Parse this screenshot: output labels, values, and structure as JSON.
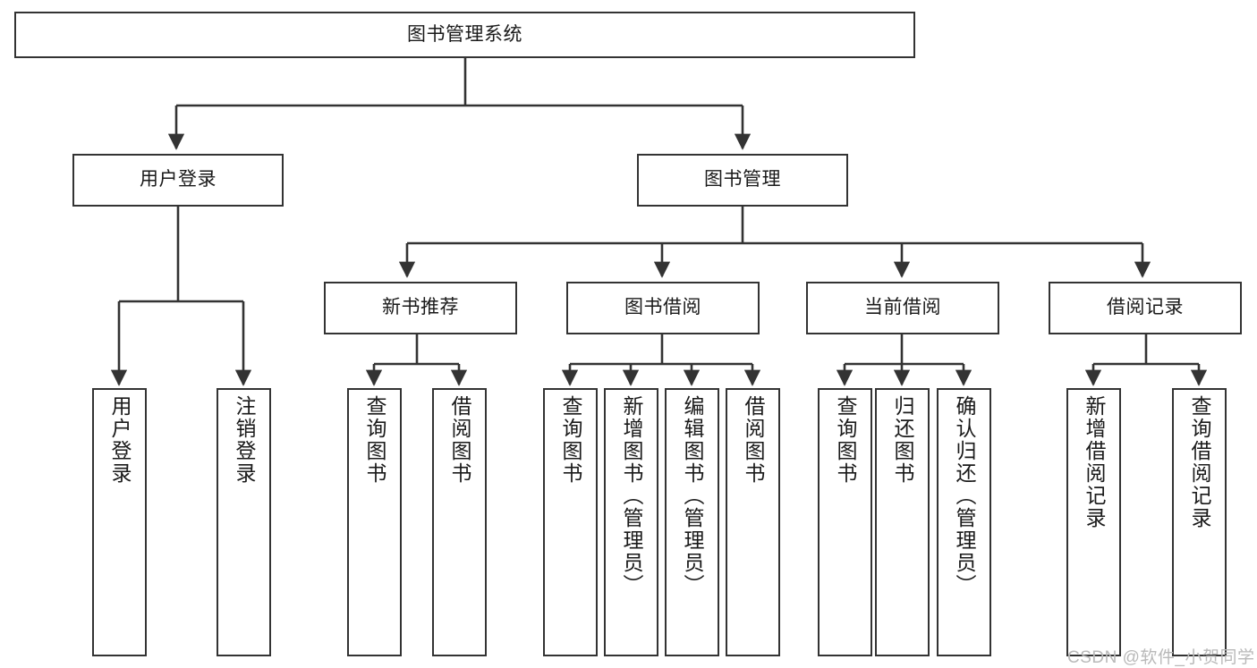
{
  "diagram": {
    "type": "tree",
    "title": "图书管理系统",
    "watermark": "CSDN @软件_小贺同学",
    "colors": {
      "stroke": "#333333",
      "fill": "#ffffff",
      "text": "#1a1a1a",
      "watermark": "#b9b9b9"
    },
    "root": {
      "id": "root",
      "label": "图书管理系统"
    },
    "level1": [
      {
        "id": "user-login",
        "label": "用户登录"
      },
      {
        "id": "book-manage",
        "label": "图书管理"
      }
    ],
    "level2": [
      {
        "id": "new-book-recommend",
        "label": "新书推荐",
        "parent": "book-manage"
      },
      {
        "id": "book-borrow",
        "label": "图书借阅",
        "parent": "book-manage"
      },
      {
        "id": "current-borrow",
        "label": "当前借阅",
        "parent": "book-manage"
      },
      {
        "id": "borrow-record",
        "label": "借阅记录",
        "parent": "book-manage"
      }
    ],
    "leaves": [
      {
        "id": "leaf-user-login",
        "label": "用户登录",
        "parent": "user-login"
      },
      {
        "id": "leaf-logout",
        "label": "注销登录",
        "parent": "user-login"
      },
      {
        "id": "leaf-query-book-1",
        "label": "查询图书",
        "parent": "new-book-recommend"
      },
      {
        "id": "leaf-borrow-book-1",
        "label": "借阅图书",
        "parent": "new-book-recommend"
      },
      {
        "id": "leaf-query-book-2",
        "label": "查询图书",
        "parent": "book-borrow"
      },
      {
        "id": "leaf-add-book",
        "label": "新增图书（管理员）",
        "parent": "book-borrow"
      },
      {
        "id": "leaf-edit-book",
        "label": "编辑图书（管理员）",
        "parent": "book-borrow"
      },
      {
        "id": "leaf-borrow-book-2",
        "label": "借阅图书",
        "parent": "book-borrow"
      },
      {
        "id": "leaf-query-book-3",
        "label": "查询图书",
        "parent": "current-borrow"
      },
      {
        "id": "leaf-return-book",
        "label": "归还图书",
        "parent": "current-borrow"
      },
      {
        "id": "leaf-confirm-return",
        "label": "确认归还（管理员）",
        "parent": "current-borrow"
      },
      {
        "id": "leaf-add-record",
        "label": "新增借阅记录",
        "parent": "borrow-record"
      },
      {
        "id": "leaf-query-record",
        "label": "查询借阅记录",
        "parent": "borrow-record"
      }
    ]
  }
}
